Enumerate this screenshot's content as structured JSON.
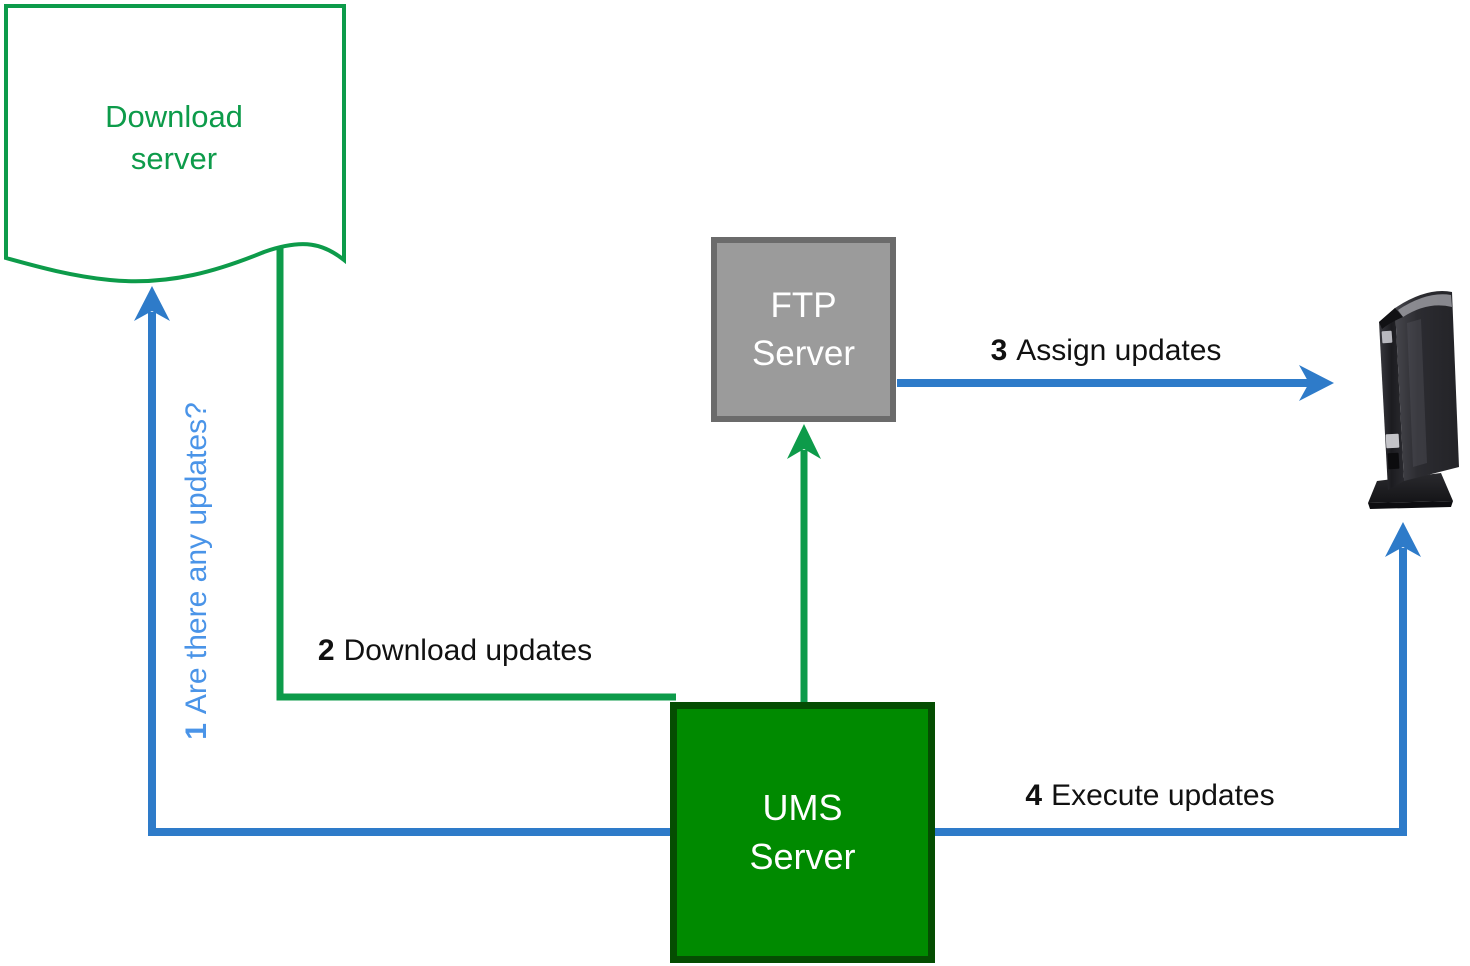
{
  "diagram": {
    "description": "UMS update workflow diagram",
    "nodes": {
      "download_server": {
        "label": "Download\nserver"
      },
      "ftp_server": {
        "label": "FTP\nServer"
      },
      "ums_server": {
        "label": "UMS\nServer"
      },
      "thin_client": {
        "name": "thin client device"
      }
    },
    "steps": [
      {
        "num": "1",
        "text": "Are there any updates?"
      },
      {
        "num": "2",
        "text": "Download updates"
      },
      {
        "num": "3",
        "text": "Assign updates"
      },
      {
        "num": "4",
        "text": "Execute updates"
      }
    ],
    "colors": {
      "arrow_blue": "#2e7bc9",
      "label_blue": "#4a94e8",
      "green": "#0d9b4a",
      "ums_fill": "#008a00",
      "ums_border": "#054d02",
      "ftp_fill": "#9b9b9b",
      "ftp_border": "#6b6b6b"
    }
  }
}
